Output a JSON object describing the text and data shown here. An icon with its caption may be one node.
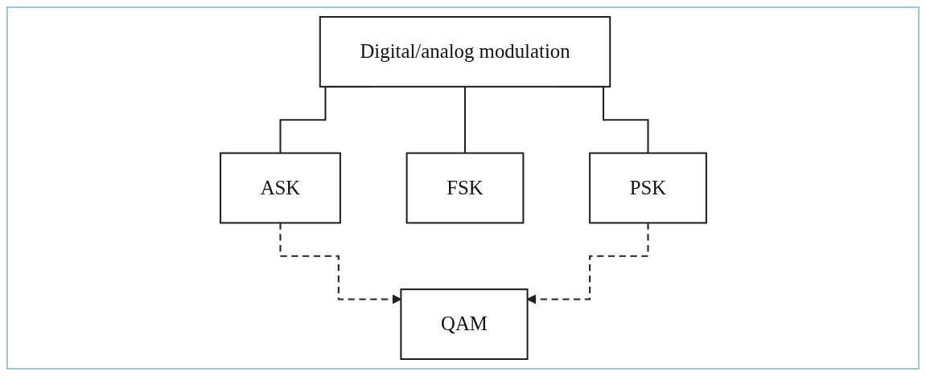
{
  "diagram": {
    "nodes": [
      {
        "text": [
          "Digital/analog modulation"
        ]
      },
      {
        "text": [
          "ASK"
        ]
      },
      {
        "text": [
          "FSK"
        ]
      },
      {
        "text": [
          "PSK"
        ]
      },
      {
        "text": [
          "QAM"
        ]
      }
    ],
    "edges": [
      {
        "from": 0,
        "to": 1,
        "arrow": "none"
      },
      {
        "from": 0,
        "to": 2,
        "arrow": "none"
      },
      {
        "from": 0,
        "to": 3,
        "arrow": "none"
      },
      {
        "from": 1,
        "to": 4,
        "arrow": "to",
        "style": "dashed"
      },
      {
        "from": 3,
        "to": 4,
        "arrow": "to",
        "style": "dashed"
      }
    ]
  }
}
